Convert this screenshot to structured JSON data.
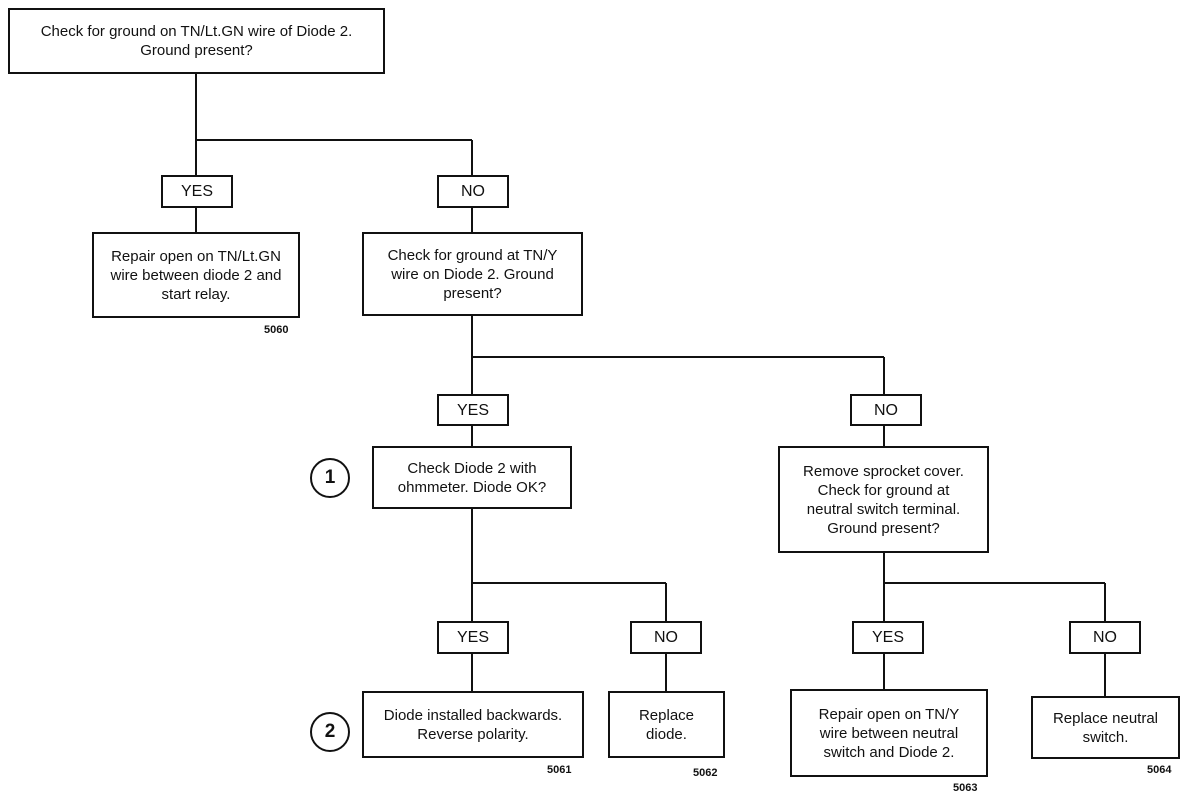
{
  "nodes": {
    "q_tn_ltgn": "Check for ground on TN/Lt.GN wire of Diode 2.\nGround present?",
    "yes_1": "YES",
    "no_1": "NO",
    "a_repair_tn_ltgn": "Repair open on TN/Lt.GN\nwire between diode 2 and\nstart relay.",
    "q_tn_y": "Check for ground at TN/Y\nwire on Diode 2. Ground\npresent?",
    "yes_2": "YES",
    "no_2": "NO",
    "q_diode_ohm": "Check Diode 2 with\nohmmeter. Diode OK?",
    "q_sprocket": "Remove sprocket cover.\nCheck for ground at\nneutral switch terminal.\nGround present?",
    "yes_3": "YES",
    "no_3": "NO",
    "yes_4": "YES",
    "no_4": "NO",
    "a_diode_backwards": "Diode installed backwards.\nReverse polarity.",
    "a_replace_diode": "Replace\ndiode.",
    "a_repair_tn_y": "Repair open on TN/Y\nwire between neutral\nswitch and Diode 2.",
    "a_replace_switch": "Replace neutral\nswitch."
  },
  "codes": {
    "c5060": "5060",
    "c5061": "5061",
    "c5062": "5062",
    "c5063": "5063",
    "c5064": "5064"
  },
  "markers": {
    "m1": "1",
    "m2": "2"
  },
  "colors": {
    "line": "#111111",
    "background": "#ffffff"
  }
}
